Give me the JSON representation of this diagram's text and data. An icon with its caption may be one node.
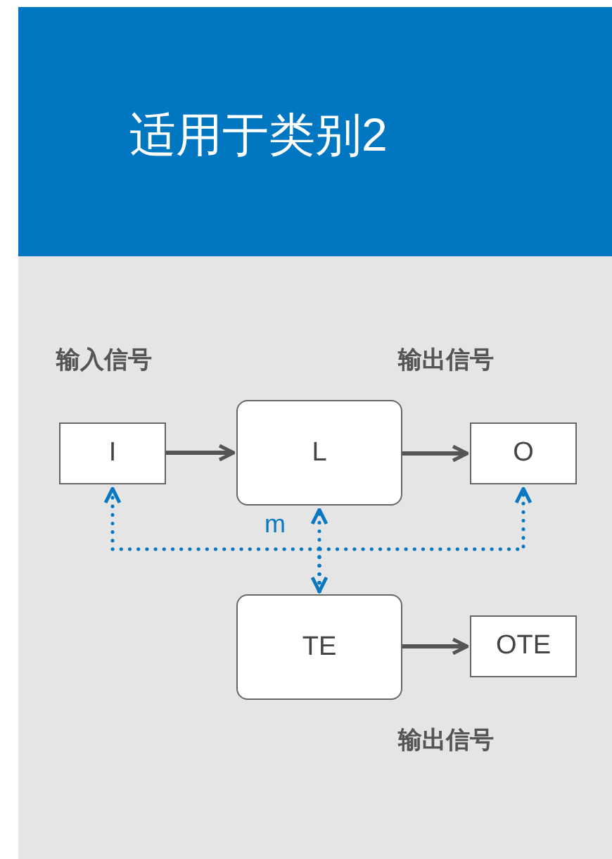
{
  "diagram": {
    "title": "适用于类别2",
    "nodes": [
      {
        "text": [
          "I"
        ],
        "beside": [
          "输入信号"
        ]
      },
      {
        "text": [
          "L"
        ]
      },
      {
        "text": [
          "O"
        ]
      },
      {
        "text": [
          "TE"
        ]
      },
      {
        "text": [
          "OTE"
        ]
      }
    ],
    "edges": [
      {
        "from": 0,
        "to": 1,
        "arrow": "to"
      },
      {
        "from": 1,
        "to": 2,
        "arrow": "to"
      },
      {
        "from": 3,
        "to": 4,
        "arrow": "to"
      },
      {
        "from": 3,
        "to": 1,
        "arrow": "both",
        "style": "dashed",
        "color": "#0a78c0"
      },
      {
        "from": 3,
        "to": 0,
        "arrow": "to",
        "style": "dashed",
        "color": "#0a78c0"
      },
      {
        "from": 3,
        "to": 2,
        "arrow": "to",
        "style": "dashed",
        "color": "#0a78c0"
      }
    ],
    "labels": [
      "输出信号",
      "m",
      "输出信号"
    ]
  }
}
